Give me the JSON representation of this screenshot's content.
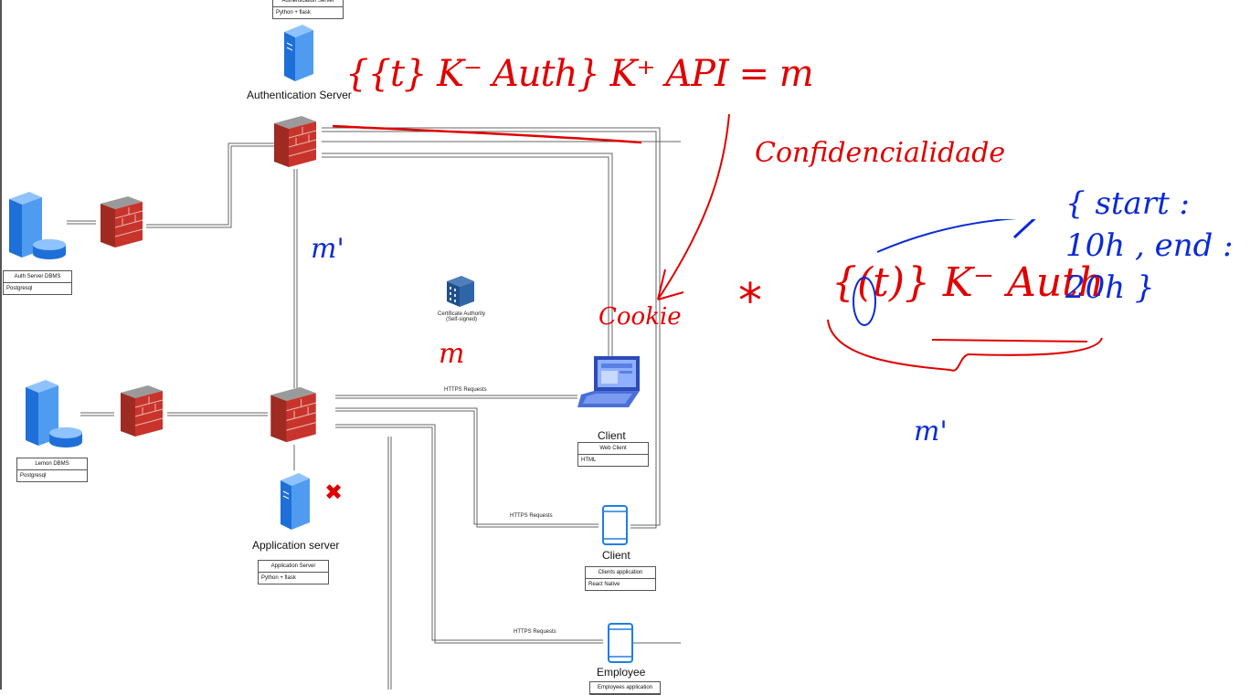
{
  "auth_server": {
    "card_title": "Authentication Server",
    "card_tech": "Python + flask",
    "label": "Authentication Server"
  },
  "auth_dbms": {
    "card_title": "Auth Server DBMS",
    "card_tech": "Postgresql"
  },
  "lemon_dbms": {
    "card_title": "Lemon DBMS",
    "card_tech": "Postgresql"
  },
  "app_server": {
    "label": "Application server",
    "card_title": "Application Server",
    "card_tech": "Python + flask"
  },
  "certificate_authority": {
    "line1": "Certificate Authority",
    "line2": "(Self-signed)"
  },
  "web_client": {
    "label": "Client",
    "card_title": "Web Client",
    "card_tech": "HTML"
  },
  "mobile_client": {
    "label": "Client",
    "card_title": "Clients application",
    "card_tech": "React Native"
  },
  "employee_client": {
    "label": "Employee",
    "card_title": "Employees application"
  },
  "connections": {
    "web_label": "HTTPS Requests",
    "mobile_label": "HTTPS Requests",
    "employee_label": "HTTPS Requests"
  },
  "annotations": {
    "token_formula": "{{t} K⁻ Auth} K⁺ API = m",
    "confidentiality": "Confidencialidade",
    "m_prime_left": "m'",
    "m_center": "m",
    "cookie": "Cookie",
    "asterisk": "*",
    "signed_token": "{(t)} K⁻ Auth",
    "m_prime_bottom": "m'",
    "token_fields": "{ start : 10h , end : 20h }",
    "x_mark": "✖"
  },
  "colors": {
    "annotation_red": "#e00000",
    "annotation_blue": "#0a2ad6",
    "server_blue": "#1e6fd8",
    "firewall_red": "#c8342c",
    "connector": "#555555"
  }
}
